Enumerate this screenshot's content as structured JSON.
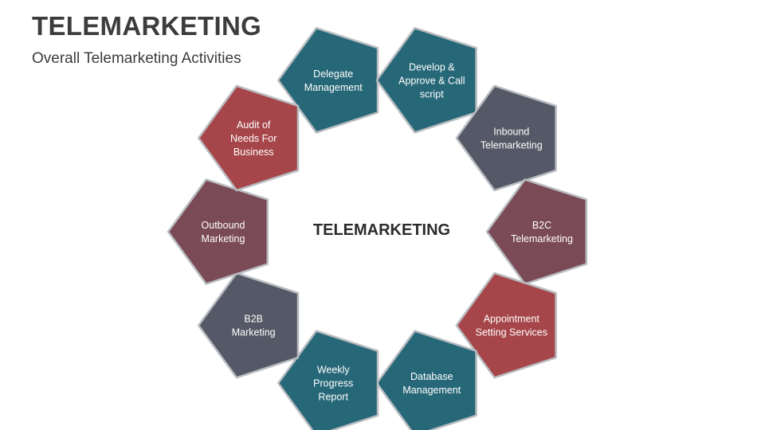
{
  "header": {
    "title": "TELEMARKETING",
    "subtitle": "Overall Telemarketing Activities"
  },
  "diagram": {
    "center_label": "TELEMARKETING",
    "colors": {
      "teal": "#276878",
      "slate": "#555866",
      "mauve": "#7a4a56",
      "red": "#a6464a",
      "border": "#b8bcc0"
    },
    "items": [
      {
        "id": "delegate-management",
        "lines": [
          "Delegate",
          "Management"
        ],
        "color": "teal"
      },
      {
        "id": "develop-approve-call-script",
        "lines": [
          "Develop &",
          "Approve & Call",
          "script"
        ],
        "color": "teal"
      },
      {
        "id": "inbound-telemarketing",
        "lines": [
          "Inbound",
          "Telemarketing"
        ],
        "color": "slate"
      },
      {
        "id": "b2c-telemarketing",
        "lines": [
          "B2C",
          "Telemarketing"
        ],
        "color": "mauve"
      },
      {
        "id": "appointment-setting-services",
        "lines": [
          "Appointment",
          "Setting Services"
        ],
        "color": "red"
      },
      {
        "id": "database-management",
        "lines": [
          "Database",
          "Management"
        ],
        "color": "teal"
      },
      {
        "id": "weekly-progress-report",
        "lines": [
          "Weekly",
          "Progress",
          "Report"
        ],
        "color": "teal"
      },
      {
        "id": "b2b-marketing",
        "lines": [
          "B2B",
          "Marketing"
        ],
        "color": "slate"
      },
      {
        "id": "outbound-marketing",
        "lines": [
          "Outbound",
          "Marketing"
        ],
        "color": "mauve"
      },
      {
        "id": "audit-of-needs-for-business",
        "lines": [
          "Audit of",
          "Needs For",
          "Business"
        ],
        "color": "red"
      }
    ]
  }
}
